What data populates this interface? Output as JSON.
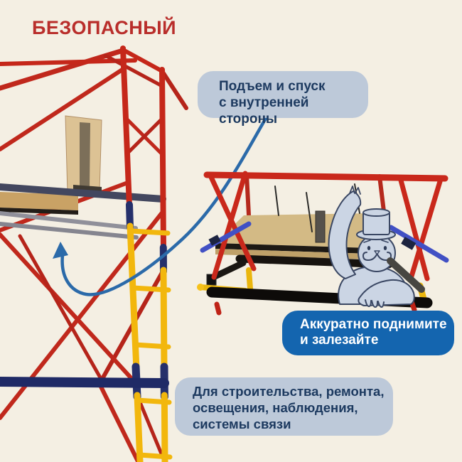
{
  "title": {
    "text": "БЕЗОПАСНЫЙ"
  },
  "callouts": {
    "inner_access": {
      "text": "Подъем и спуск\nс внутренней стороны"
    },
    "careful_climb": {
      "text": "Аккуратно поднимите\nи залезайте"
    },
    "usage": {
      "text": "Для строительства, ремонта,\nосвещения, наблюдения,\nсистемы связи"
    }
  },
  "palette": {
    "background": "#f4efe3",
    "title_red": "#b92e2b",
    "callout_light_bg": "#bdc9d9",
    "callout_dark_text": "#1d3a60",
    "callout_blue_bg": "#1465af",
    "callout_blue_text": "#ffffff",
    "annotation_blue": "#2b6aa9",
    "scaffold_red": "#c5271a",
    "scaffold_yellow": "#f2b70d",
    "scaffold_navy": "#1f2a66",
    "wood_tan": "#d3ba85",
    "cat_fill": "#cbd5e4"
  },
  "illustrations": {
    "tower_photo": "scaffold-tower-photo",
    "platform_photo": "platform-closeup-photo",
    "mascot": "cat-mascot-with-top-hat",
    "arrow": "curved-arrow-to-platform"
  }
}
